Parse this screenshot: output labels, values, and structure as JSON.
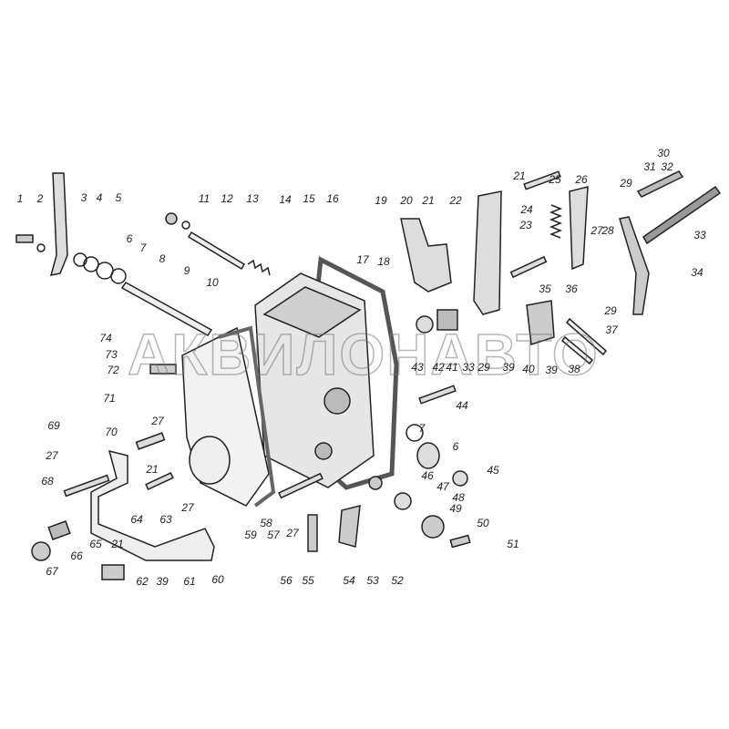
{
  "title": "Exploded parts diagram",
  "watermark": "АКВИЛОНАВТО",
  "ink_color": "#222222",
  "labels": [
    "1",
    "2",
    "3",
    "4",
    "5",
    "6",
    "7",
    "8",
    "9",
    "10",
    "11",
    "12",
    "13",
    "14",
    "15",
    "16",
    "17",
    "18",
    "19",
    "20",
    "21",
    "22",
    "21",
    "25",
    "26",
    "23",
    "24",
    "27",
    "28",
    "29",
    "30",
    "31",
    "32",
    "33",
    "34",
    "35",
    "36",
    "29",
    "37",
    "43",
    "42",
    "41",
    "33",
    "29",
    "39",
    "40",
    "39",
    "38",
    "74",
    "73",
    "72",
    "71",
    "44",
    "7",
    "6",
    "45",
    "46",
    "47",
    "48",
    "49",
    "50",
    "51",
    "69",
    "70",
    "27",
    "27",
    "68",
    "21",
    "27",
    "64",
    "63",
    "21",
    "65",
    "66",
    "67",
    "62",
    "39",
    "61",
    "60",
    "59",
    "58",
    "57",
    "27",
    "56",
    "55",
    "54",
    "53",
    "52"
  ]
}
